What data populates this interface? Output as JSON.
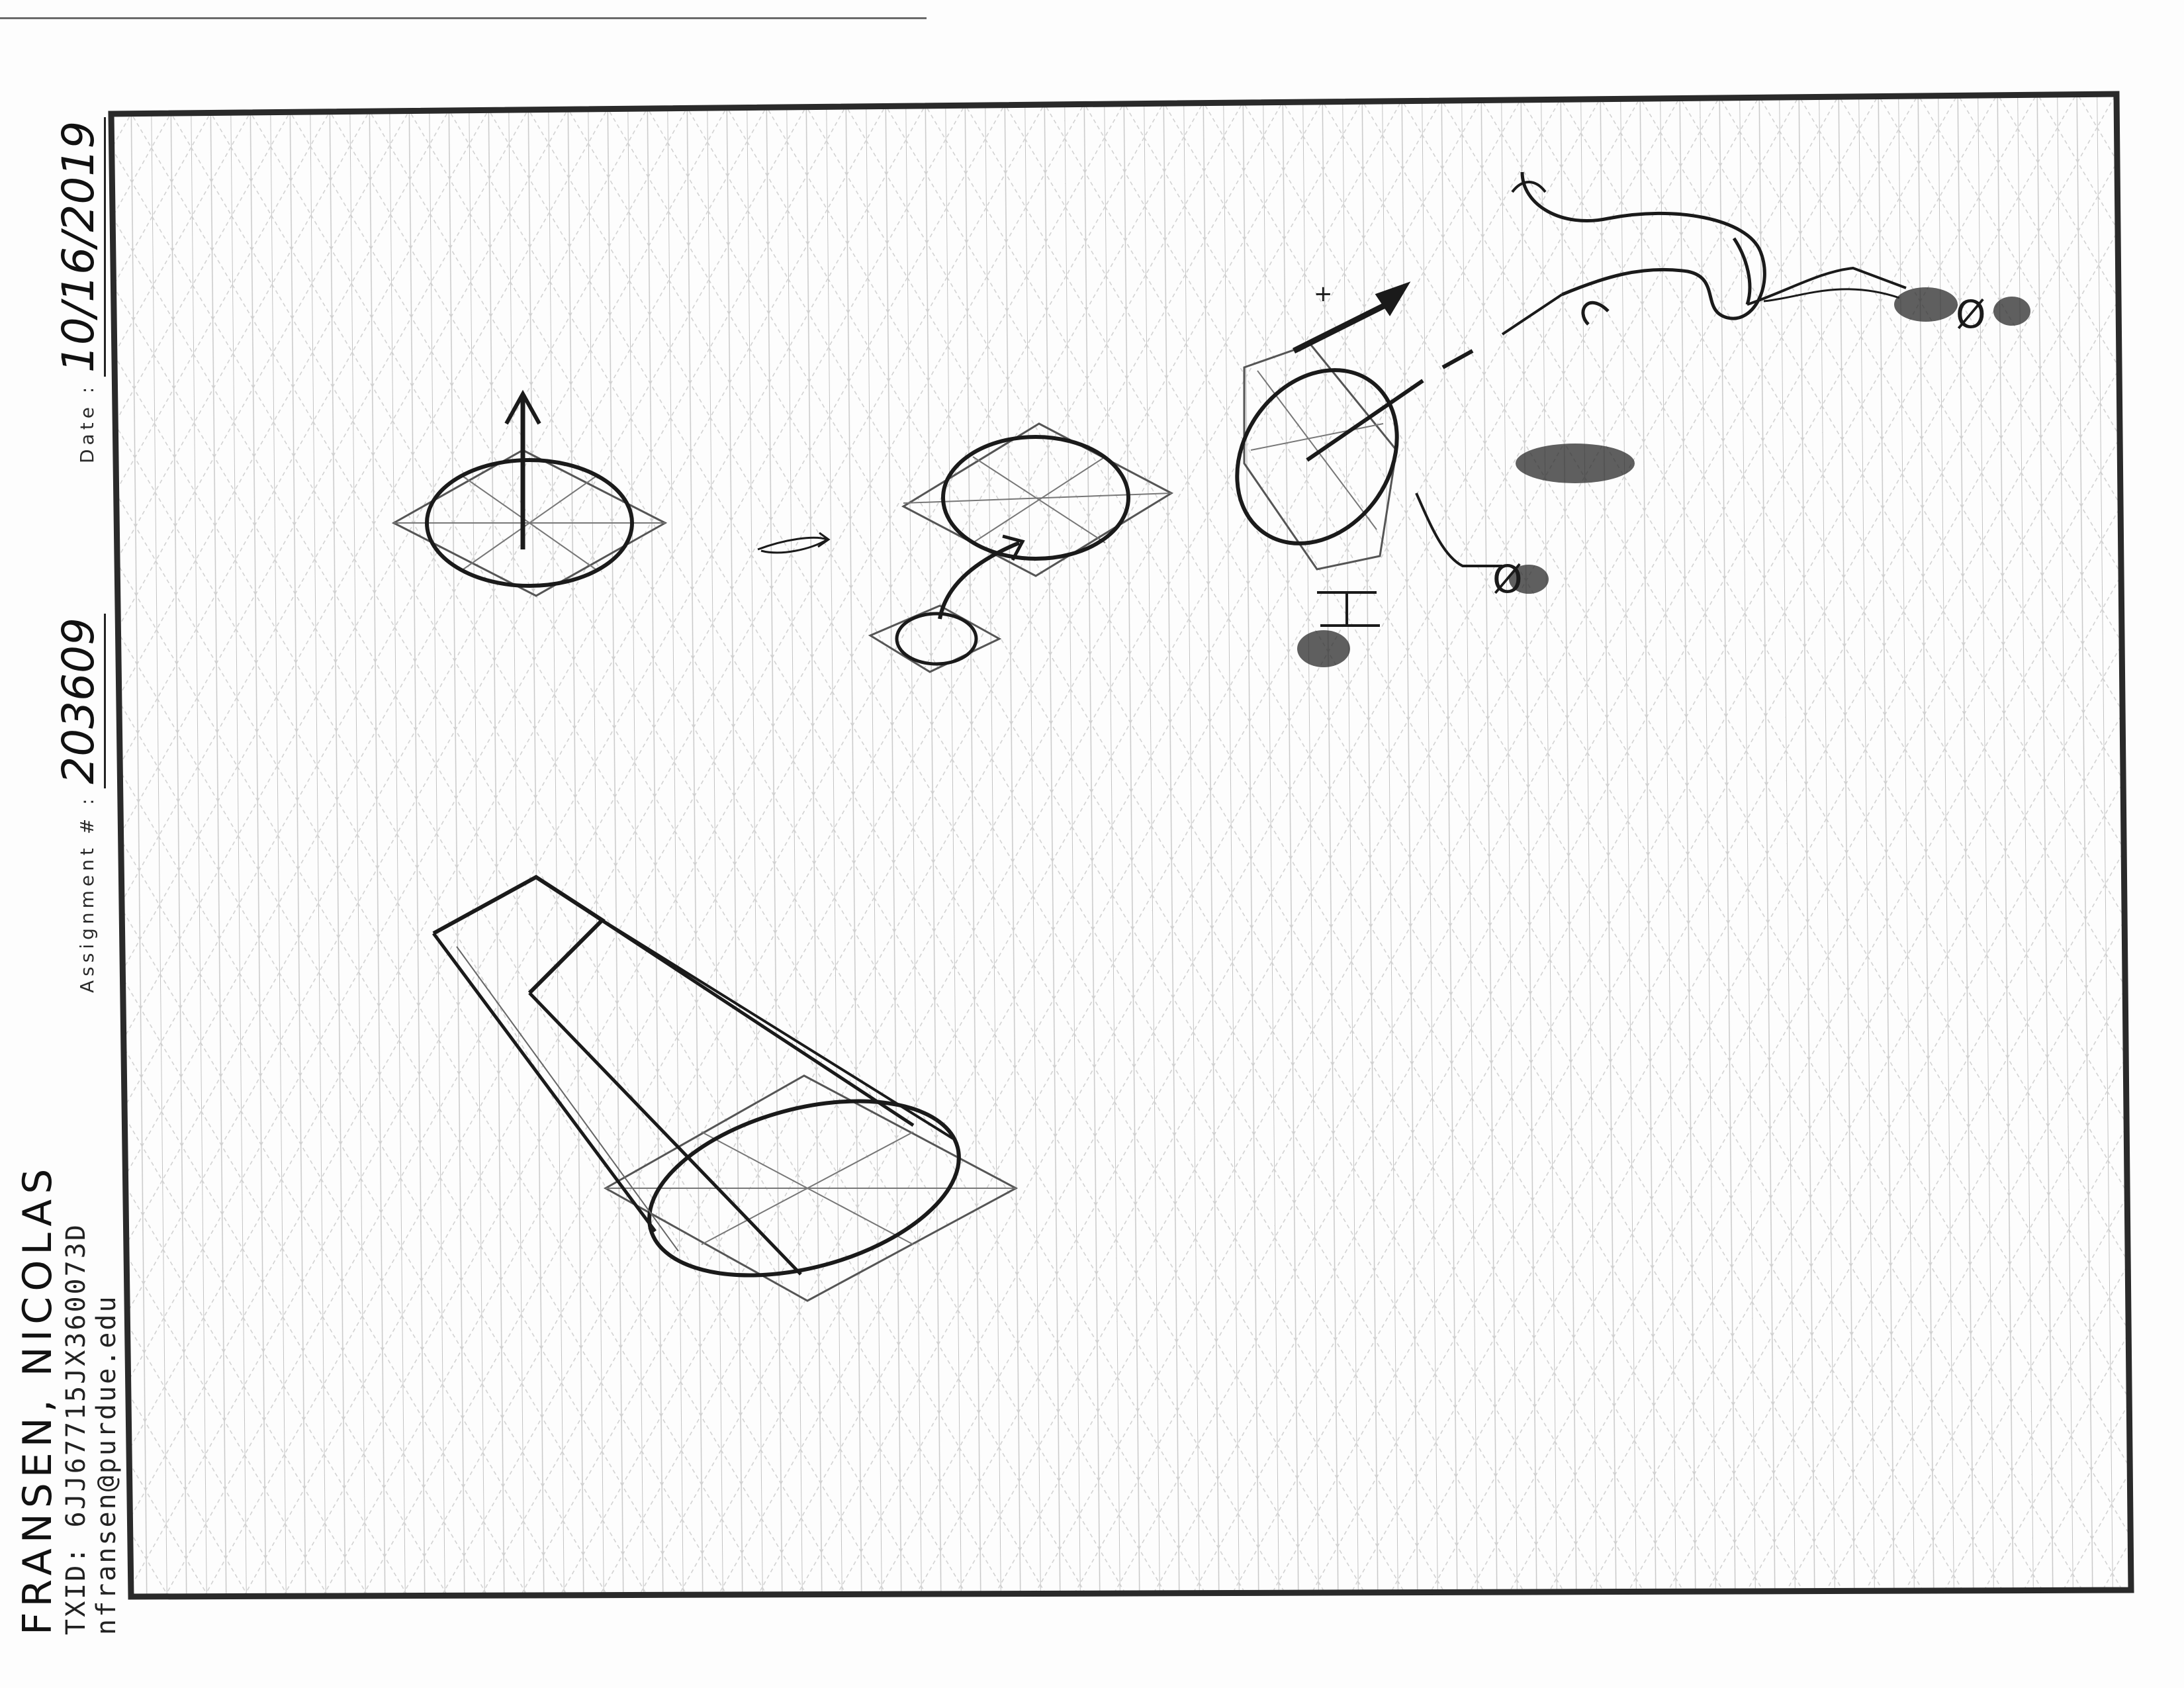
{
  "header": {
    "date_label": "Date :",
    "date_value": "10/16/2019",
    "assignment_label": "Assignment # :",
    "assignment_value": "203609"
  },
  "student": {
    "name": "FRANSEN, NICOLAS",
    "txid": "TXID: 6JJ67715JX360073D",
    "email": "nfransen@purdue.edu"
  },
  "annotations": {
    "plus_sign": "+",
    "dim_symbol_1": "Ø",
    "dim_symbol_2": "Ø"
  },
  "colors": {
    "ink": "#1a1a1a",
    "grid": "#b9b9b9",
    "frame": "#2a2a2a"
  }
}
